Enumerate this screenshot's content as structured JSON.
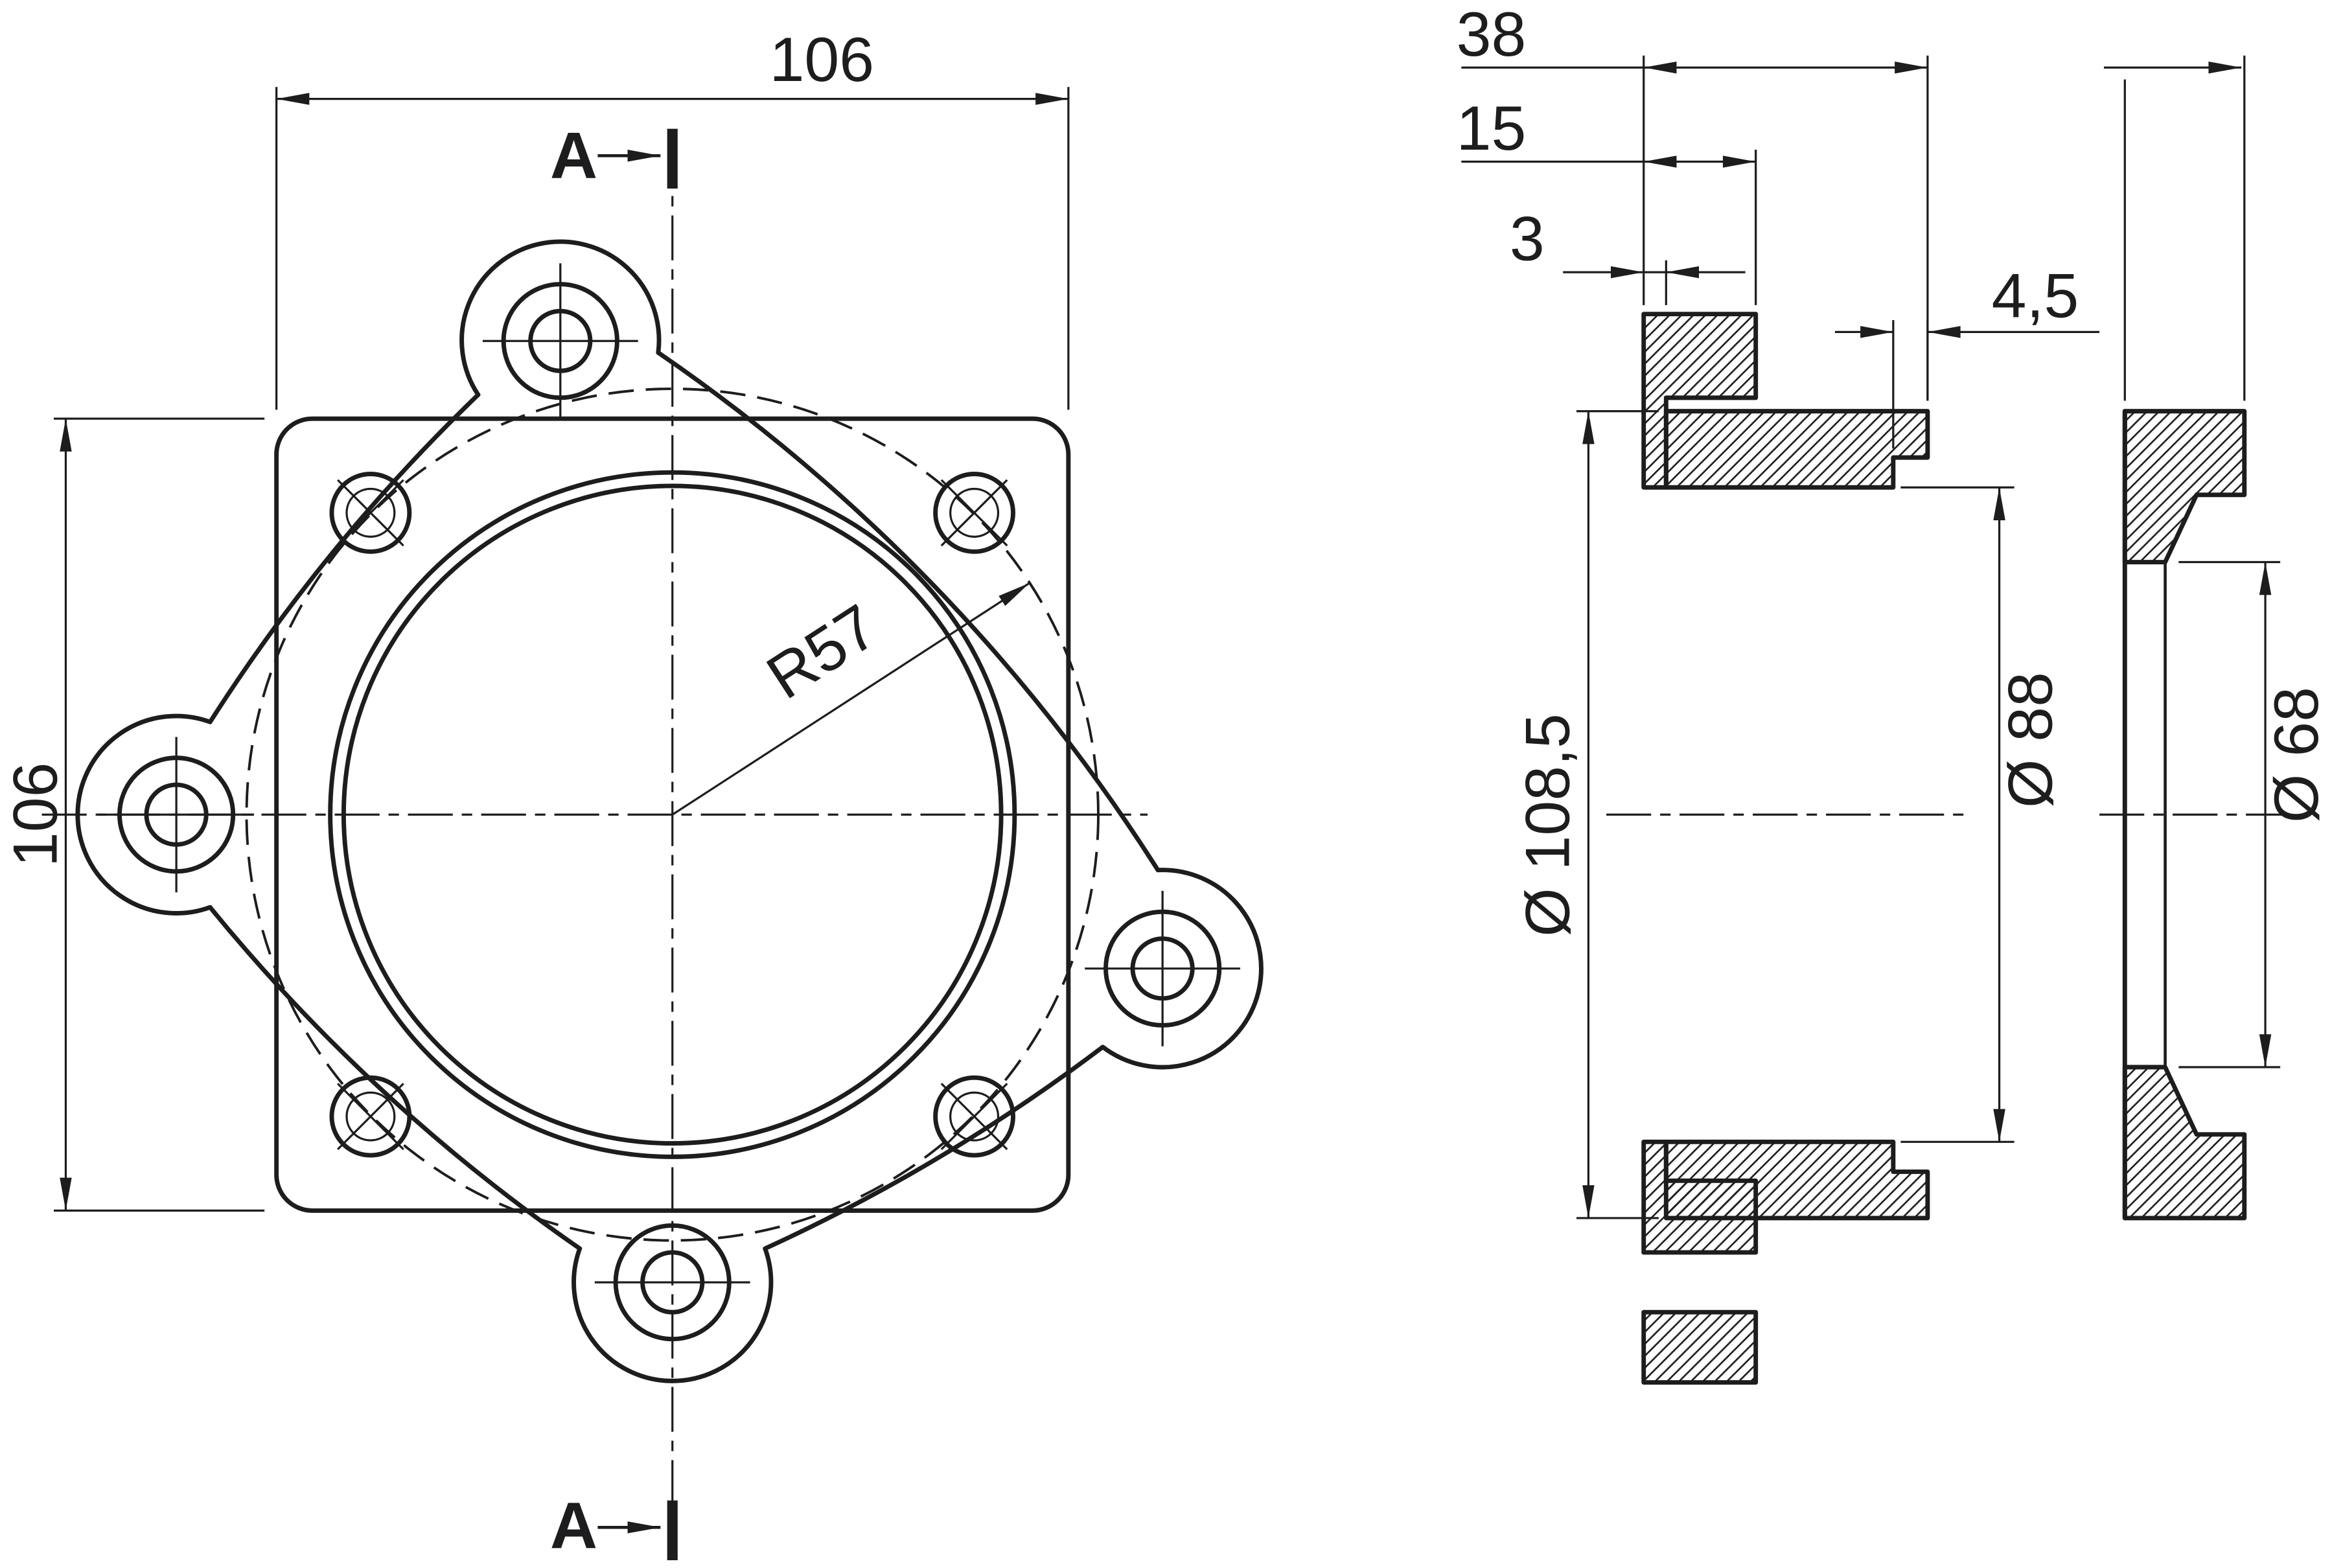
{
  "colors": {
    "ink": "#1d1d1f",
    "background": "#ffffff"
  },
  "drawing": {
    "front_view": {
      "width_dim": "106",
      "height_dim": "106",
      "radius_dim": "R57",
      "section_label": "A"
    },
    "section_view": {
      "overall_depth_dim": "38",
      "boss_depth_dim": "15",
      "plate_thickness_dim": "3",
      "rim_width_dim": "4,5",
      "outer_diameter_dim": "Ø 108,5",
      "bore_diameter_dim": "Ø 88"
    },
    "ring_view": {
      "inner_diameter_dim": "Ø 68"
    }
  }
}
